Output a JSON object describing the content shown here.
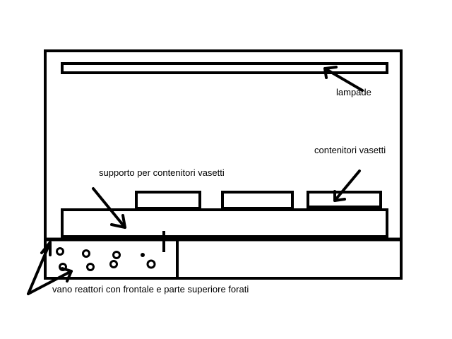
{
  "labels": {
    "lampade": "lampade",
    "contenitori": "contenitori vasetti",
    "supporto": "supporto per contenitori vasetti",
    "vano": "vano reattori con frontale e parte superiore forati"
  },
  "colors": {
    "stroke": "#000000",
    "background": "#ffffff"
  }
}
